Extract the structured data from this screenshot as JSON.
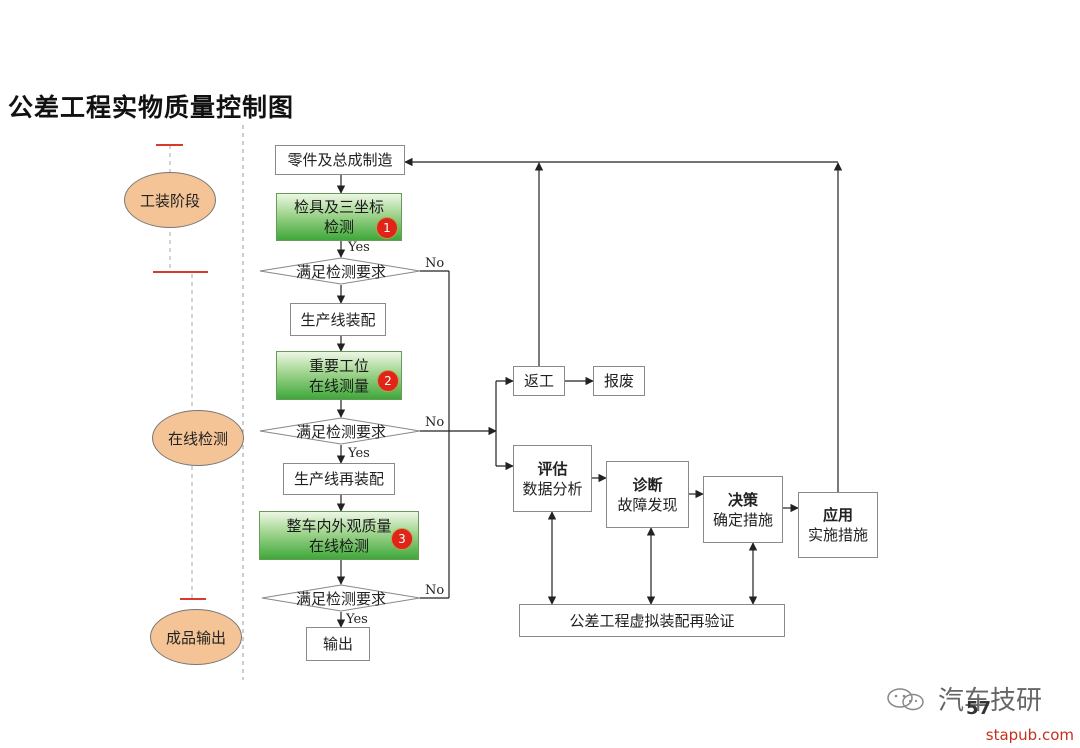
{
  "title": "公差工程实物质量控制图",
  "stages": {
    "tooling": "工装阶段",
    "online": "在线检测",
    "output": "成品输出"
  },
  "flow": {
    "manufacture": "零件及总成制造",
    "gauge_line1": "检具及三坐标",
    "gauge_line2": "检测",
    "badge1": "1",
    "decision1": "满足检测要求",
    "assembly": "生产线装配",
    "station_line1": "重要工位",
    "station_line2": "在线测量",
    "badge2": "2",
    "decision2": "满足检测要求",
    "reassembly": "生产线再装配",
    "vehicle_line1": "整车内外观质量",
    "vehicle_line2": "在线检测",
    "badge3": "3",
    "decision3": "满足检测要求",
    "output": "输出",
    "yes": "Yes",
    "no": "No"
  },
  "analysis": {
    "rework": "返工",
    "scrap": "报废",
    "evaluate_title": "评估",
    "evaluate_sub": "数据分析",
    "diagnose_title": "诊断",
    "diagnose_sub": "故障发现",
    "decide_title": "决策",
    "decide_sub": "确定措施",
    "apply_title": "应用",
    "apply_sub": "实施措施",
    "virtual": "公差工程虚拟装配再验证"
  },
  "footer": {
    "page": "57",
    "watermark": "汽车技研",
    "site": "stapub.com"
  },
  "colors": {
    "stage_fill": "#f4c496",
    "red_marker": "#d83a2e",
    "badge": "#e02418",
    "green_dark": "#3fa83a",
    "green_light": "#ecf7e4",
    "site_text": "#c8301e"
  }
}
